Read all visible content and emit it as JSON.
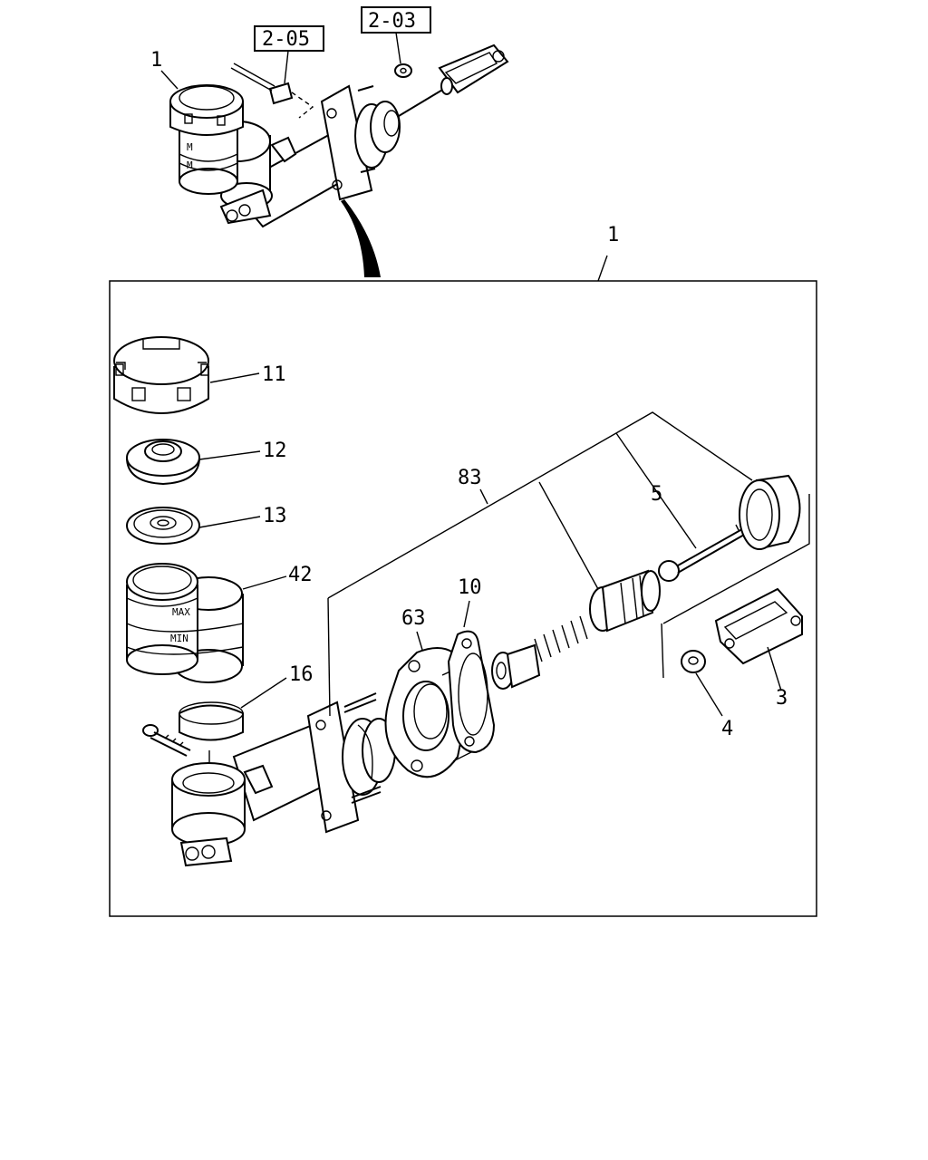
{
  "diagram": {
    "refs": {
      "ref_205": "2-05",
      "ref_203": "2-03"
    },
    "callouts": {
      "assembly_top": "1",
      "assembly_box": "1",
      "cap": "11",
      "diaphragm": "12",
      "plate": "13",
      "reservoir": "42",
      "band": "16",
      "kit": "83",
      "rod": "5",
      "gasket_63": "63",
      "gasket_10": "10",
      "clevis": "3",
      "nut": "4"
    },
    "reservoir_marks": {
      "max": "MAX",
      "min": "MIN"
    }
  }
}
